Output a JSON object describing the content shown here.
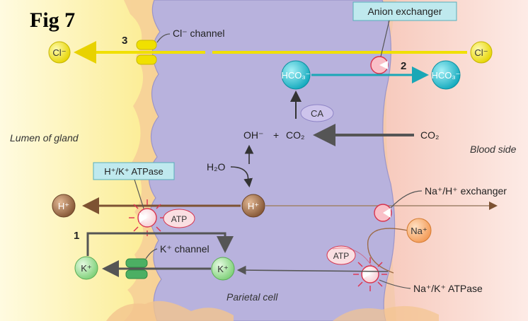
{
  "figure_label": "Fig 7",
  "regions": {
    "lumen": "Lumen of gland",
    "blood": "Blood side",
    "cell": "Parietal cell"
  },
  "transporters": {
    "anion_exchanger": "Anion exchanger",
    "cl_channel": "Cl⁻ channel",
    "h_k_atpase": "H⁺/K⁺ ATPase",
    "na_h_exchanger": "Na⁺/H⁺ exchanger",
    "k_channel": "K⁺ channel",
    "na_k_atpase": "Na⁺/K⁺ ATPase",
    "ca": "CA",
    "atp": "ATP"
  },
  "ions": {
    "cl": "Cl⁻",
    "hco3": "HCO₃⁻",
    "h": "H⁺",
    "k": "K⁺",
    "na": "Na⁺"
  },
  "reaction": {
    "oh": "OH⁻",
    "plus": "+",
    "co2": "CO₂",
    "h2o": "H₂O"
  },
  "step_numbers": [
    "1",
    "2",
    "3"
  ],
  "colors": {
    "cl": "#e8d800",
    "hco3": "#1ab7c8",
    "h": "#8a5a36",
    "k": "#7fd47a",
    "na": "#f6a25e",
    "cell": "#b9b3df",
    "lumen": "#fbf1a0",
    "blood": "#fbd4c8"
  }
}
